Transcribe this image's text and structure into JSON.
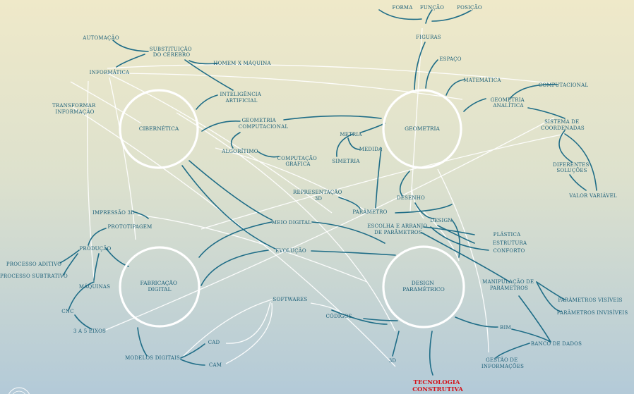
{
  "hubs": {
    "cibernetica": "CIBERNÉTICA",
    "geometria": "GEOMETRIA",
    "fabricacao": [
      "FABRICAÇÃO",
      "DIGITAL"
    ],
    "design_parametrico": [
      "DESIGN",
      "PARAMÉTRICO"
    ]
  },
  "labels": {
    "forma": "FORMA",
    "funcao": "FUNÇÃO",
    "posicao": "POSIÇÃO",
    "figuras": "FIGURAS",
    "espaco": "ESPAÇO",
    "matematica": "MATEMÁTICA",
    "computacional": "COMPUTACIONAL",
    "geometria_analitica": [
      "GEOMETRIA",
      "ANALÍTICA"
    ],
    "sistema_coordenadas": [
      "SISTEMA DE",
      "COORDENADAS"
    ],
    "diferentes_solucoes": [
      "DIFERENTES",
      "SOLUÇÕES"
    ],
    "valor_variavel": "VALOR VARIÁVEL",
    "automacao": "AUTOMAÇÃO",
    "substituicao_cerebro": [
      "SUBSTITUIÇÃO",
      "DO CÉREBRO"
    ],
    "homem_maquina": "HOMEM X MÁQUINA",
    "informatica": "INFORMÁTICA",
    "inteligencia_artificial": [
      "INTELIGÊNCIA",
      "ARTIFICIAL"
    ],
    "transformar_informacao": [
      "TRANSFORMAR",
      "INFORMAÇÃO"
    ],
    "geometria_computacional": [
      "GEOMETRIA",
      "COMPUTACIONAL"
    ],
    "algoritimo": "ALGORÍTIMO",
    "computacao_grafica": [
      "COMPUTAÇÃO",
      "GRÁFICA"
    ],
    "metria": "METRIA",
    "medida": "MEDIDA",
    "simetria": "SIMETRIA",
    "representacao_3d": [
      "REPRESENTAÇÃO",
      "3D"
    ],
    "parametro": "PARÂMETRO",
    "desenho": "DESENHO",
    "design": "DESIGN",
    "escolha_arranjo": [
      "ESCOLHA E ARRANJO",
      "DE PARÂMETROS"
    ],
    "plastica": "PLÁSTICA",
    "estrutura": "ESTRUTURA",
    "conforto": "CONFORTO",
    "meio_digital": "MEIO DIGITAL",
    "evolucao": "EVOLUÇÃO",
    "impressao_3d": "IMPRESSÃO 3D",
    "prototipagem": "PROTOTIPAGEM",
    "producao": "PRODUÇÃO",
    "processo_aditivo": "PROCESSO ADITIVO",
    "processo_subtrativo": "PROCESSO SUBTRATIVO",
    "maquinas": "MÁQUINAS",
    "cnc": "CNC",
    "eixos": "3 A 5 EIXOS",
    "softwares": "SOFTWARES",
    "codigos": "CÓDIGOS",
    "cad": "CAD",
    "cam": "CAM",
    "modelos_digitais": "MODELOS DIGITAIS",
    "manipulacao": [
      "MANIPULAÇÃO DE",
      "PARÂMETROS"
    ],
    "param_visiveis": "PARÂMETROS VISÍVEIS",
    "param_invisiveis": "PARÂMETROS INVISÍVEIS",
    "bim": "BIM",
    "banco_dados": "BANCO DE DADOS",
    "gestao": [
      "GESTÃO DE",
      "INFORMAÇÕES"
    ],
    "tres_d": "3D"
  },
  "highlight": {
    "tecnologia": [
      "TECNOLOGIA",
      "CONSTRUTIVA"
    ]
  },
  "colors": {
    "background_top": "#efe9c9",
    "background_bottom": "#b3cad8",
    "teal": "#1f6d87",
    "text": "#1d6079",
    "red": "#d3141b",
    "white": "#ffffff"
  }
}
